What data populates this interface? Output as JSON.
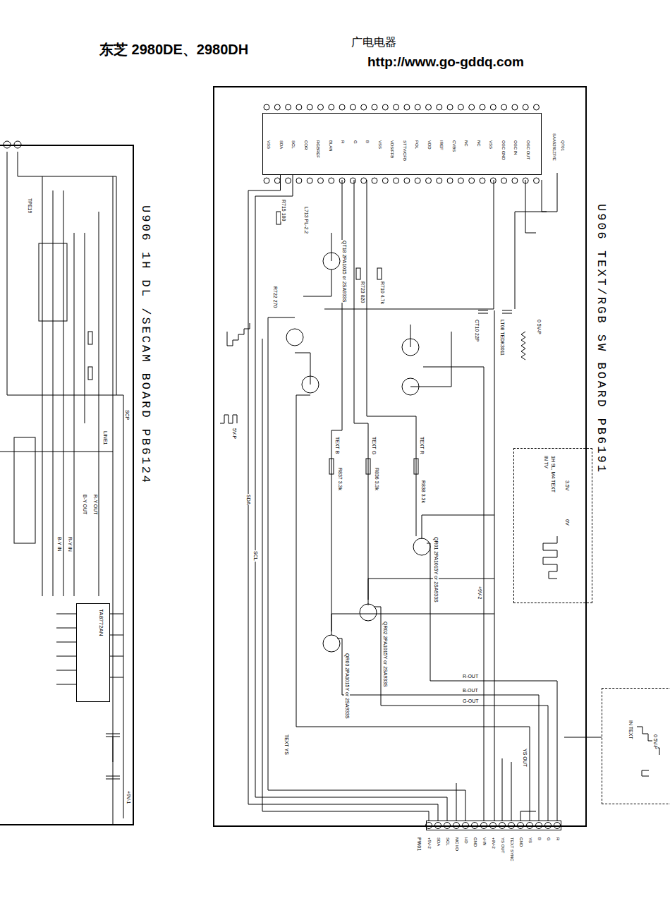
{
  "diagram": {
    "title": "东芝 2980DE、2980DH",
    "nodes": [
      {
        "text": [
          "U906 1H DL /SECAM BOARD PB6124"
        ]
      },
      {
        "text": [
          "TA8772AN"
        ],
        "in": 0
      },
      {
        "text": [
          "U906 TEXT/RGB SW BOARD PB6191"
        ]
      },
      {
        "text": [
          "QT01",
          "SAA5281ZP/E"
        ],
        "in": 2
      },
      {
        "text": [
          "IN TV"
        ],
        "in": 2
      },
      {
        "text": [
          "PW01"
        ],
        "in": 2
      },
      {
        "text": [
          "IN TEXT"
        ]
      }
    ],
    "edges": [
      {
        "from": 3,
        "to": 5,
        "arrow": "none",
        "label": "SDA"
      },
      {
        "from": 3,
        "to": 5,
        "arrow": "none",
        "label": "SCL"
      }
    ],
    "labels": [
      "广电电器",
      "http://www.go-gddq.com",
      "VSS",
      "SDA",
      "SCL",
      "COR",
      "RGBREF",
      "BLAN",
      "R",
      "G",
      "B",
      "VSS",
      "VDS/FFB",
      "STTV/CFB",
      "POL",
      "VDD",
      "IREF",
      "CVBS",
      "NC",
      "NC",
      "VSS",
      "OSC GND",
      "OSC IN",
      "OSC OUT",
      "R715 100",
      "L713 PL-2.2",
      "QT18 2PA1015 or 2SA933S",
      "R722 270",
      "R723 820",
      "R710 4.7k",
      "CT10 22P",
      "LT08 TEDK3011",
      "0 5V-P",
      "5V-P",
      "TEXT B",
      "TEXT G",
      "TEXT R",
      "R837 3.3k",
      "R836 3.3k",
      "R838 3.3k",
      "QR01 2PA1015Y or 2SA933S",
      "QR02 2PA1015Y or 2SA933S",
      "QR03 2PA1015Y or 2SA933S",
      "R-OUT",
      "B-OUT",
      "G-OUT",
      "+9V-2",
      "TEXT YS",
      "YS OUT",
      "3.5V",
      "0V",
      "1H 9L, M4 TEXT",
      "0 5V-P",
      "B-Y OUT",
      "R-Y OUT",
      "B-Y IN",
      "R-Y IN",
      "SCP",
      "LINE1",
      "+9V-1",
      "TPE19",
      "R",
      "G",
      "B",
      "YS",
      "GND",
      "TEXT SYNC",
      "YS OUT",
      "+9V-2",
      "V-IN",
      "GND",
      "HD",
      "MC I/O",
      "SCL",
      "SDA",
      "+5V-2"
    ]
  }
}
